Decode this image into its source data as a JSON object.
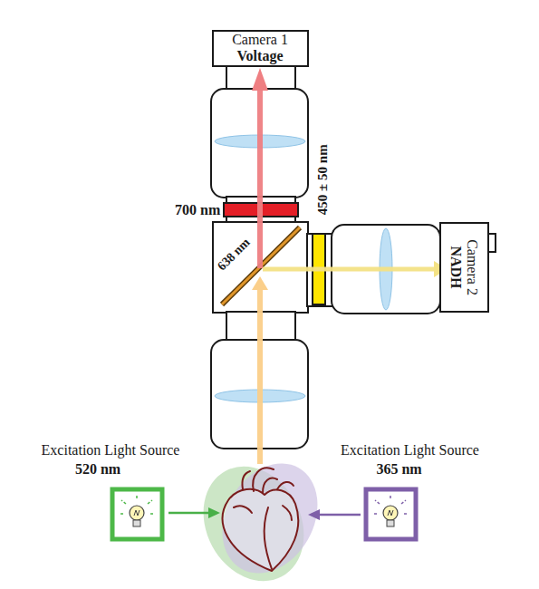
{
  "diagram": {
    "nodes": [
      {
        "text": [
          "Camera 1",
          "Voltage"
        ]
      },
      {
        "text": [
          "Camera 2",
          "NADH"
        ]
      },
      {
        "text": [
          "Excitation Light Source",
          "520 nm"
        ]
      },
      {
        "text": [
          "Excitation Light Source",
          "365 nm"
        ]
      }
    ],
    "labels": [
      "700 nm",
      "450 ± 50 nm",
      "638 nm"
    ]
  }
}
